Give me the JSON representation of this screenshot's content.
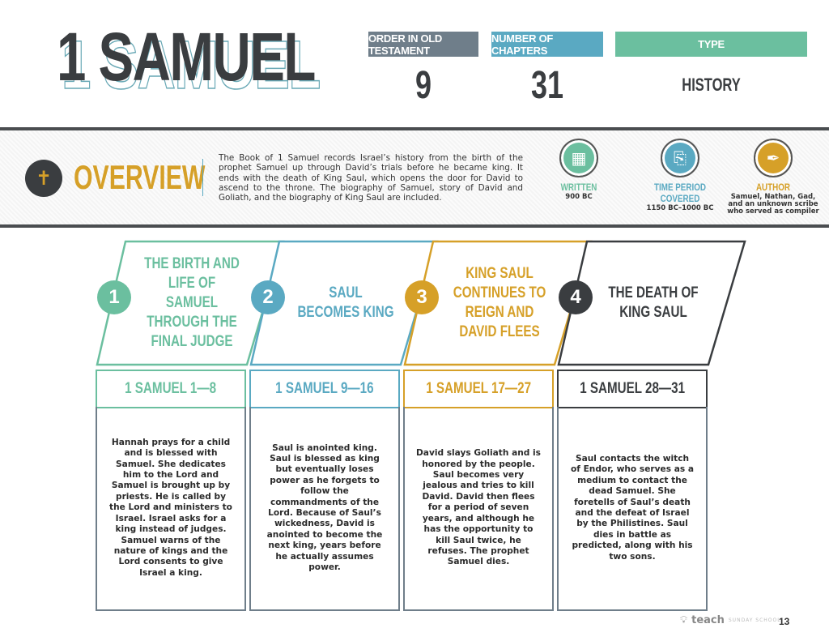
{
  "title": "1 SAMUEL",
  "stats": [
    {
      "label": "ORDER IN OLD TESTAMENT",
      "value": "9",
      "color": "#6f7e8a"
    },
    {
      "label": "NUMBER OF CHAPTERS",
      "value": "31",
      "color": "#5aa9c2"
    },
    {
      "label": "TYPE",
      "value": "HISTORY",
      "color": "#6bbf9f"
    }
  ],
  "overview": {
    "title": "OVERVIEW",
    "icon": "lightbulb-cross-icon",
    "text": "The Book of 1 Samuel records Israel’s history from the birth of the prophet Samuel up through David’s trials before he became king. It ends with the death of King Saul, which opens the door for David to ascend to the throne. The biography of Samuel, story of David and Goliath, and the biography of King Saul are included.",
    "meta": [
      {
        "label": "WRITTEN",
        "value": "900 BC",
        "icon": "calendar-icon",
        "color": "#6bbf9f"
      },
      {
        "label": "TIME PERIOD COVERED",
        "value": "1150 BC–1000 BC",
        "icon": "scroll-icon",
        "color": "#5aa9c2"
      },
      {
        "label": "AUTHOR",
        "value": "Samuel, Nathan, Gad, and an unknown scribe who served as compiler",
        "icon": "quill-icon",
        "color": "#d6a028"
      }
    ]
  },
  "sections": [
    {
      "num": "1",
      "title": "THE BIRTH AND LIFE OF SAMUEL THROUGH THE FINAL JUDGE",
      "range": "1 SAMUEL 1—8",
      "color": "#6bbf9f",
      "body": "Hannah prays for a child and is blessed with Samuel. She dedicates him to the Lord and Samuel is brought up by priests. He is called by the Lord and ministers to Israel. Israel asks for a king instead of judges. Samuel warns of the nature of kings and the Lord consents to give Israel a king."
    },
    {
      "num": "2",
      "title": "SAUL BECOMES KING",
      "range": "1 SAMUEL 9—16",
      "color": "#5aa9c2",
      "body": "Saul is anointed king. Saul is blessed as king but eventually loses power as he forgets to follow the commandments of the Lord. Because of Saul’s wickedness, David is anointed to become the next king, years before he actually assumes power."
    },
    {
      "num": "3",
      "title": "KING SAUL CONTINUES TO REIGN AND DAVID FLEES",
      "range": "1 SAMUEL 17—27",
      "color": "#d6a028",
      "body": "David slays Goliath and is honored by the people. Saul becomes very jealous and tries to kill David. David then flees for a period of seven years, and although he has the opportunity to kill Saul twice, he refuses. The prophet Samuel dies."
    },
    {
      "num": "4",
      "title": "THE DEATH OF KING SAUL",
      "range": "1 SAMUEL 28—31",
      "color": "#3a3d40",
      "body": "Saul contacts the witch of Endor, who serves as a medium to contact the dead Samuel. She foretells of Saul’s death and the defeat of Israel by the Philistines. Saul dies in battle as predicted, along with his two sons."
    }
  ],
  "footer": {
    "brand": "teach",
    "sub": "SUNDAY SCHOOL",
    "page": "13"
  }
}
